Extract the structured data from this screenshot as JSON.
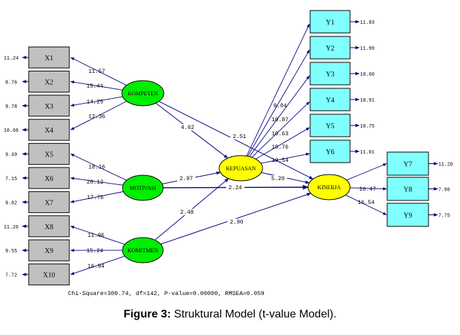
{
  "figure": {
    "caption_label": "Figure 3:",
    "caption_text": " Struktural Model (t-value Model).",
    "fit_stats": "Chi-Square=309.74, df=142, P-value=0.00000, RMSEA=0.059"
  },
  "colors": {
    "exogenous_fill": "#00ee00",
    "endogenous_fill": "#ffff00",
    "x_indicator_fill": "#c0c0c0",
    "y_indicator_fill": "#80ffff",
    "path_color": "#000080"
  },
  "latent": [
    {
      "id": "KOMPETEN",
      "label": "KOMPETEN",
      "type": "exogenous"
    },
    {
      "id": "MOTIVASI",
      "label": "MOTIVASI",
      "type": "exogenous"
    },
    {
      "id": "KOMITMEN",
      "label": "KOMITMEN",
      "type": "exogenous"
    },
    {
      "id": "KEPUASAN",
      "label": "KEPUASAN",
      "type": "endogenous"
    },
    {
      "id": "KINERJA",
      "label": "KINERJA",
      "type": "endogenous"
    }
  ],
  "x_indicators": [
    {
      "id": "X1",
      "latent": "KOMPETEN",
      "loading_t": "11.57",
      "error_t": "11.24"
    },
    {
      "id": "X2",
      "latent": "KOMPETEN",
      "loading_t": "15.44",
      "error_t": "8.76"
    },
    {
      "id": "X3",
      "latent": "KOMPETEN",
      "loading_t": "14.25",
      "error_t": "9.78"
    },
    {
      "id": "X4",
      "latent": "KOMPETEN",
      "loading_t": "12.36",
      "error_t": "10.66"
    },
    {
      "id": "X5",
      "latent": "MOTIVASI",
      "loading_t": "18.16",
      "error_t": "9.49"
    },
    {
      "id": "X6",
      "latent": "MOTIVASI",
      "loading_t": "20.12",
      "error_t": "7.15"
    },
    {
      "id": "X7",
      "latent": "MOTIVASI",
      "loading_t": "17.76",
      "error_t": "9.82"
    },
    {
      "id": "X8",
      "latent": "KOMITMEN",
      "loading_t": "11.96",
      "error_t": "11.26"
    },
    {
      "id": "X9",
      "latent": "KOMITMEN",
      "loading_t": "15.24",
      "error_t": "9.55"
    },
    {
      "id": "X10",
      "latent": "KOMITMEN",
      "loading_t": "16.94",
      "error_t": "7.72"
    }
  ],
  "y_indicators": [
    {
      "id": "Y1",
      "latent": "KEPUASAN",
      "loading_t": "",
      "error_t": "11.83"
    },
    {
      "id": "Y2",
      "latent": "KEPUASAN",
      "loading_t": "9.04",
      "error_t": "11.99"
    },
    {
      "id": "Y3",
      "latent": "KEPUASAN",
      "loading_t": "10.87",
      "error_t": "10.60"
    },
    {
      "id": "Y4",
      "latent": "KEPUASAN",
      "loading_t": "10.63",
      "error_t": "10.91"
    },
    {
      "id": "Y5",
      "latent": "KEPUASAN",
      "loading_t": "10.76",
      "error_t": "10.75"
    },
    {
      "id": "Y6",
      "latent": "KEPUASAN",
      "loading_t": "10.54",
      "error_t": "11.01"
    },
    {
      "id": "Y7",
      "latent": "KINERJA",
      "loading_t": "",
      "error_t": "11.20"
    },
    {
      "id": "Y8",
      "latent": "KINERJA",
      "loading_t": "16.47",
      "error_t": "7.96"
    },
    {
      "id": "Y9",
      "latent": "KINERJA",
      "loading_t": "16.54",
      "error_t": "7.75"
    }
  ],
  "structural_paths": [
    {
      "from": "KOMPETEN",
      "to": "KEPUASAN",
      "t": "4.62"
    },
    {
      "from": "KOMPETEN",
      "to": "KINERJA",
      "t": "2.51"
    },
    {
      "from": "MOTIVASI",
      "to": "KEPUASAN",
      "t": "2.97"
    },
    {
      "from": "MOTIVASI",
      "to": "KINERJA",
      "t": "2.24"
    },
    {
      "from": "KOMITMEN",
      "to": "KEPUASAN",
      "t": "2.48"
    },
    {
      "from": "KOMITMEN",
      "to": "KINERJA",
      "t": "2.90"
    },
    {
      "from": "KEPUASAN",
      "to": "KINERJA",
      "t": "5.20"
    }
  ]
}
